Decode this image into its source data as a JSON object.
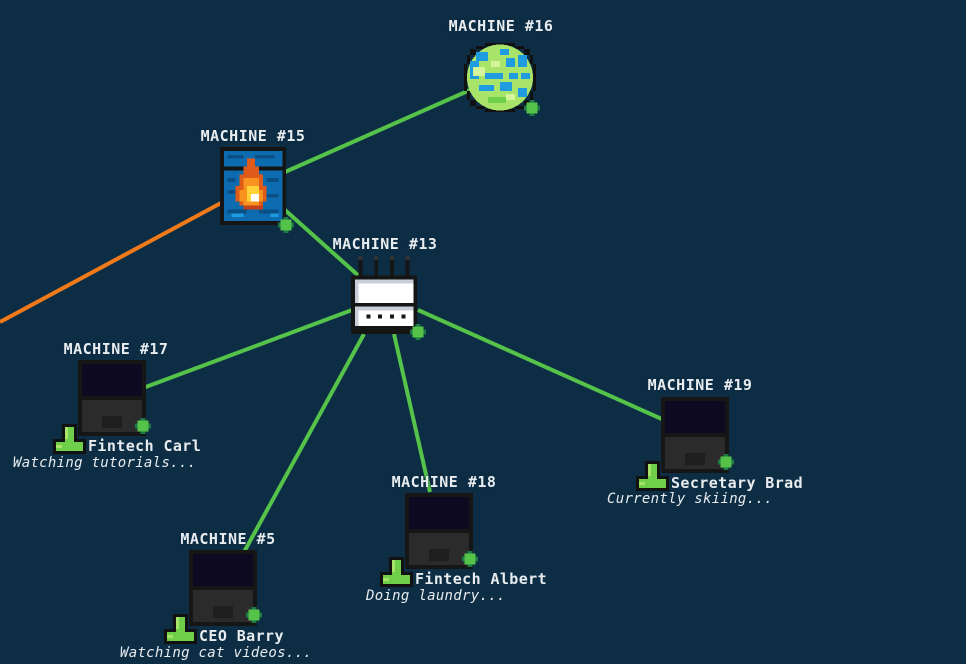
{
  "colors": {
    "background": "#0c2d44",
    "link_normal": "#55c24a",
    "link_attack": "#f07a1a",
    "status_online": "#55c24a",
    "label_text": "#e8ecef",
    "user_icon": "#6fcf4a"
  },
  "nodes": [
    {
      "id": "m16",
      "label": "MACHINE #16",
      "type": "internet",
      "icon": "globe-icon",
      "status": "online"
    },
    {
      "id": "m15",
      "label": "MACHINE #15",
      "type": "firewall",
      "icon": "firewall-icon",
      "status": "online"
    },
    {
      "id": "m13",
      "label": "MACHINE #13",
      "type": "router",
      "icon": "router-icon",
      "status": "online"
    },
    {
      "id": "m17",
      "label": "MACHINE #17",
      "type": "workstation",
      "icon": "computer-icon",
      "status": "online",
      "user": {
        "name": "Fintech Carl",
        "activity": "Watching tutorials..."
      }
    },
    {
      "id": "m19",
      "label": "MACHINE #19",
      "type": "workstation",
      "icon": "computer-icon",
      "status": "online",
      "user": {
        "name": "Secretary Brad",
        "activity": "Currently skiing..."
      }
    },
    {
      "id": "m18",
      "label": "MACHINE #18",
      "type": "workstation",
      "icon": "computer-icon",
      "status": "online",
      "user": {
        "name": "Fintech Albert",
        "activity": "Doing laundry..."
      }
    },
    {
      "id": "m5",
      "label": "MACHINE #5",
      "type": "workstation",
      "icon": "computer-icon",
      "status": "online",
      "user": {
        "name": "CEO Barry",
        "activity": "Watching cat videos..."
      }
    }
  ],
  "links": [
    {
      "from": "m15",
      "to": "m16",
      "kind": "normal"
    },
    {
      "from": "m15",
      "to": "m13",
      "kind": "normal"
    },
    {
      "from": "m13",
      "to": "m17",
      "kind": "normal"
    },
    {
      "from": "m13",
      "to": "m19",
      "kind": "normal"
    },
    {
      "from": "m13",
      "to": "m18",
      "kind": "normal"
    },
    {
      "from": "m13",
      "to": "m5",
      "kind": "normal"
    },
    {
      "from": "offscreen-left",
      "to": "m15",
      "kind": "attack"
    }
  ]
}
